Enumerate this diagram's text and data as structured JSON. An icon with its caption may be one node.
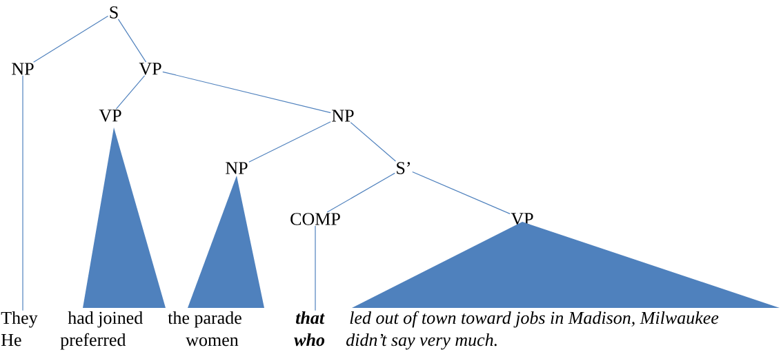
{
  "diagram": {
    "nodes": [
      {
        "text": [
          "S"
        ]
      },
      {
        "text": [
          "NP"
        ]
      },
      {
        "text": [
          "VP"
        ]
      },
      {
        "text": [
          "VP"
        ]
      },
      {
        "text": [
          "NP"
        ]
      },
      {
        "text": [
          "NP"
        ]
      },
      {
        "text": [
          "S’"
        ]
      },
      {
        "text": [
          "COMP"
        ]
      },
      {
        "text": [
          "VP"
        ]
      },
      {
        "text": [],
        "shape": "triangle"
      },
      {
        "text": [
          "They"
        ]
      },
      {
        "text": [
          "had joined"
        ]
      },
      {
        "text": [
          "the parade"
        ]
      },
      {
        "text": [
          "that"
        ]
      },
      {
        "text": [
          "led out of town toward jobs in Madison, Milwaukee"
        ]
      },
      {
        "text": [
          "He"
        ]
      },
      {
        "text": [
          "preferred"
        ]
      },
      {
        "text": [
          "women"
        ]
      },
      {
        "text": [
          "who"
        ]
      },
      {
        "text": [
          "didn’t say very much."
        ]
      },
      {
        "text": [],
        "shape": "triangle"
      },
      {
        "text": [],
        "shape": "triangle"
      }
    ],
    "edges": [
      {
        "from": 0,
        "to": 1,
        "arrow": "none"
      },
      {
        "from": 0,
        "to": 2,
        "arrow": "none"
      },
      {
        "from": 2,
        "to": 3,
        "arrow": "none"
      },
      {
        "from": 2,
        "to": 4,
        "arrow": "none"
      },
      {
        "from": 4,
        "to": 5,
        "arrow": "none"
      },
      {
        "from": 4,
        "to": 6,
        "arrow": "none"
      },
      {
        "from": 6,
        "to": 7,
        "arrow": "none"
      },
      {
        "from": 6,
        "to": 8,
        "arrow": "none"
      },
      {
        "from": 1,
        "to": 10,
        "arrow": "none"
      },
      {
        "from": 7,
        "to": 13,
        "arrow": "none"
      }
    ]
  }
}
